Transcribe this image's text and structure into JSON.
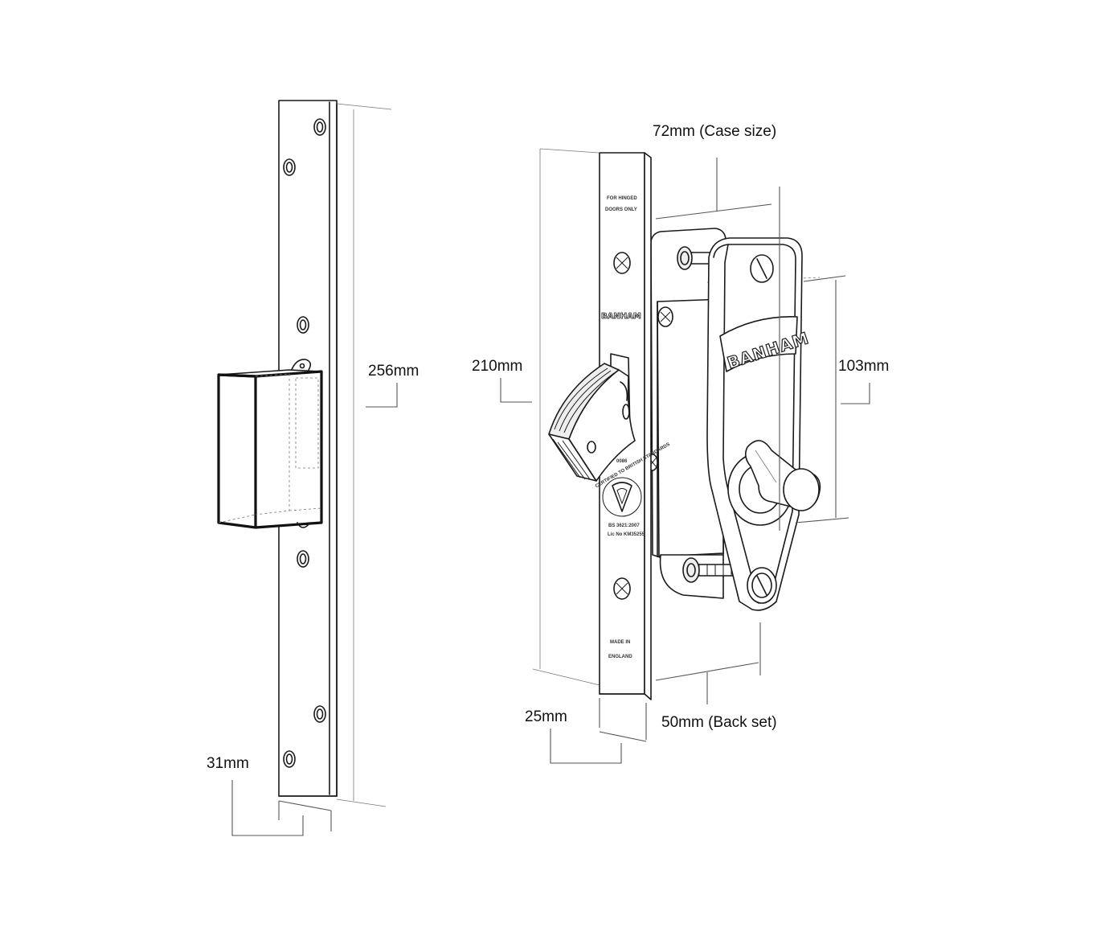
{
  "dimensions": {
    "keep_height": "256mm",
    "keep_width": "31mm",
    "case_size": "72mm (Case size)",
    "forend_height": "210mm",
    "faceplate_width": "25mm",
    "backset": "50mm (Back set)",
    "handle_height": "103mm"
  },
  "faceplate_text": {
    "top_line1": "FOR HINGED",
    "top_line2": "DOORS ONLY",
    "brand": "BANHAM",
    "ce_code": "0086",
    "kitemark_ring": "CERTIFIED TO BRITISH STANDARDS",
    "bs_line": "BS  3621:2007",
    "lic_line": "Lic No KM35255",
    "bottom_line1": "MADE IN",
    "bottom_line2": "ENGLAND"
  },
  "handle_brand": "BANHAM"
}
